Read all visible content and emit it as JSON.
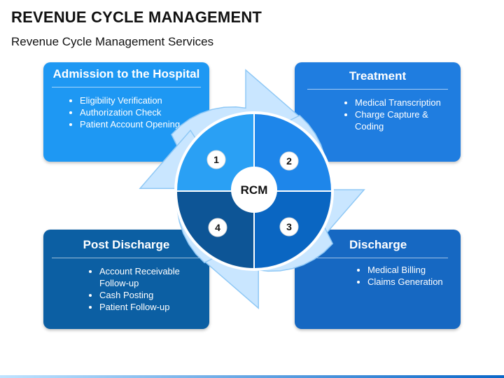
{
  "header": {
    "title": "REVENUE CYCLE MANAGEMENT",
    "subtitle": "Revenue Cycle Management Services"
  },
  "center": {
    "label": "RCM"
  },
  "steps": [
    {
      "number": "1",
      "title": "Admission to the Hospital",
      "items": [
        "Eligibility Verification",
        "Authorization Check",
        "Patient Account Opening"
      ],
      "color": "#1e98f3"
    },
    {
      "number": "2",
      "title": "Treatment",
      "items": [
        "Medical Transcription",
        "Charge Capture & Coding"
      ],
      "color": "#1f7de0"
    },
    {
      "number": "3",
      "title": "Discharge",
      "items": [
        "Medical Billing",
        "Claims Generation"
      ],
      "color": "#1668c2"
    },
    {
      "number": "4",
      "title": "Post Discharge",
      "items": [
        "Account Receivable Follow-up",
        "Cash Posting",
        "Patient Follow-up"
      ],
      "color": "#0c5fa3"
    }
  ],
  "colors": {
    "arrow_fill": "#c9e6ff",
    "arrow_stroke": "#8fc8f5",
    "quadrant_1": "#2aa0f4",
    "quadrant_2": "#1e86ea",
    "quadrant_3": "#0a66c2",
    "quadrant_4": "#0d5596"
  }
}
